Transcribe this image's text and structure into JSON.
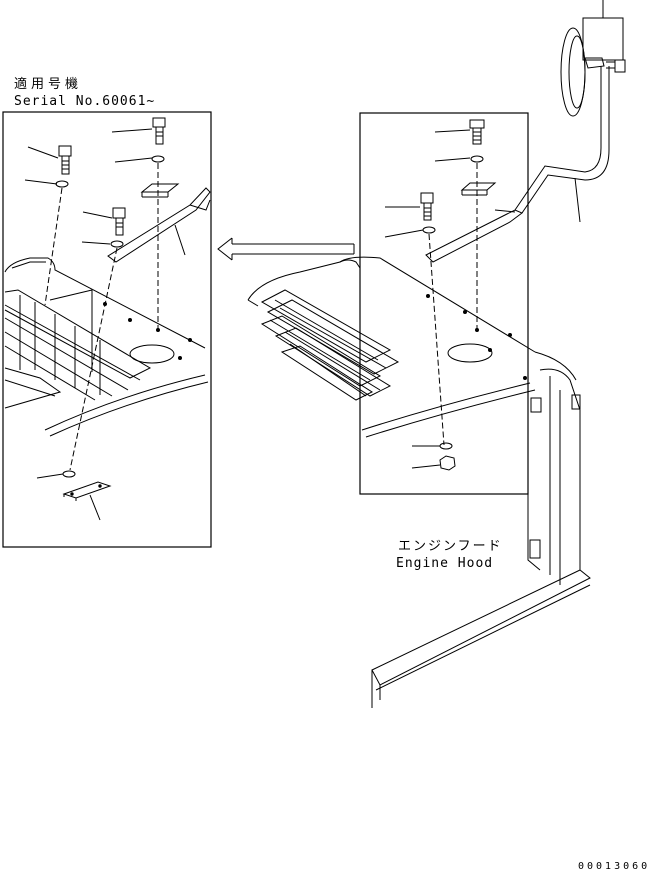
{
  "labels": {
    "serial_ja": "適用号機",
    "serial_en": "Serial No.60061~",
    "hood_ja": "エンジンフード",
    "hood_en": "Engine Hood",
    "drawing_code": "00013060"
  },
  "colors": {
    "line": "#000000",
    "background": "#ffffff"
  }
}
